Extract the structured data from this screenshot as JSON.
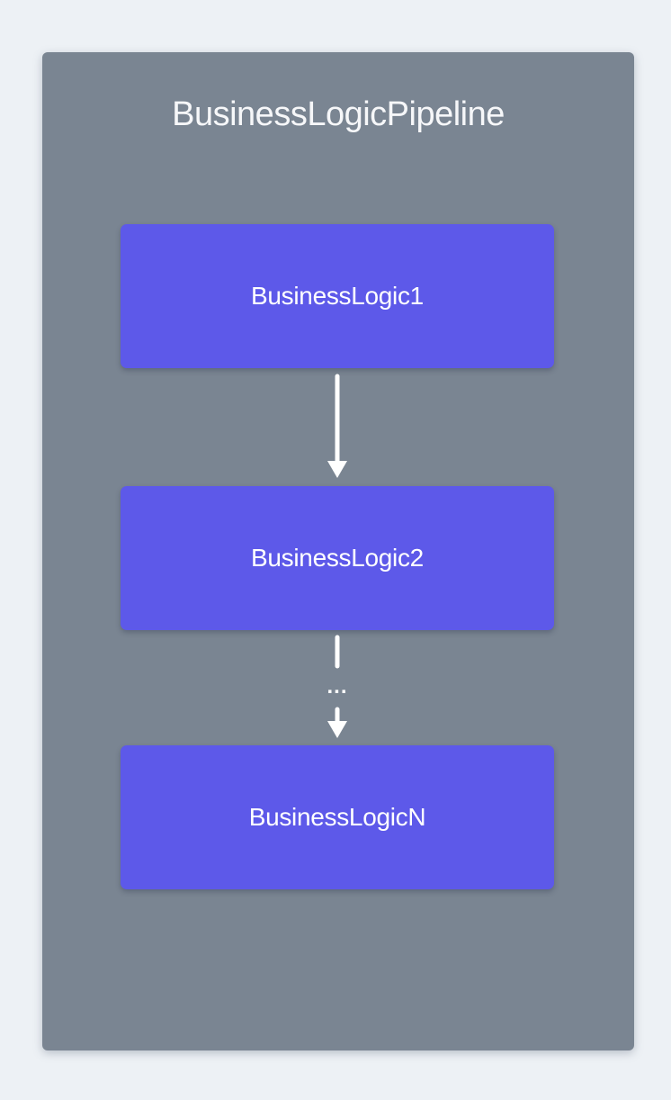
{
  "title": "BusinessLogicPipeline",
  "nodes": [
    {
      "label": "BusinessLogic1"
    },
    {
      "label": "BusinessLogic2"
    },
    {
      "label": "BusinessLogicN"
    }
  ],
  "connectors": {
    "ellipsis": "..."
  },
  "colors": {
    "page_background": "#edf1f5",
    "container_background": "#7a8592",
    "node_background": "#5d59e9",
    "node_text": "#ffffff",
    "title_text": "#f6f7f9",
    "arrow": "#ffffff"
  }
}
